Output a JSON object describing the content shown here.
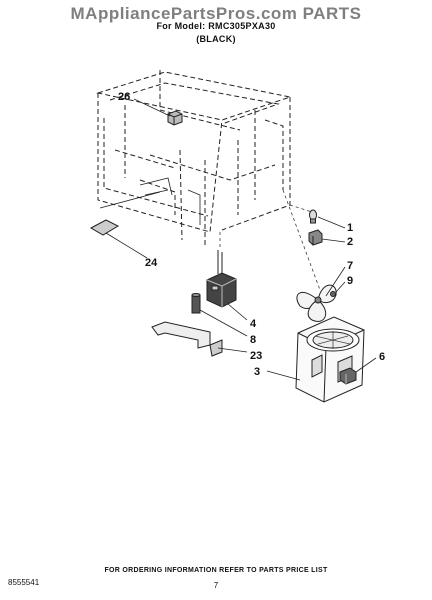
{
  "header": {
    "watermark_title": "MAppliancePartsPros.com PARTS",
    "model_line": "For Model: RMC305PXA30",
    "variant_line": "(BLACK)"
  },
  "callouts": {
    "c26": "26",
    "c24": "24",
    "c1": "1",
    "c2": "2",
    "c7": "7",
    "c9": "9",
    "c4": "4",
    "c8": "8",
    "c23": "23",
    "c6": "6",
    "c3": "3"
  },
  "footer": {
    "note": "FOR ORDERING INFORMATION REFER TO PARTS PRICE LIST",
    "doc_number": "8555541",
    "page_number": "7"
  }
}
